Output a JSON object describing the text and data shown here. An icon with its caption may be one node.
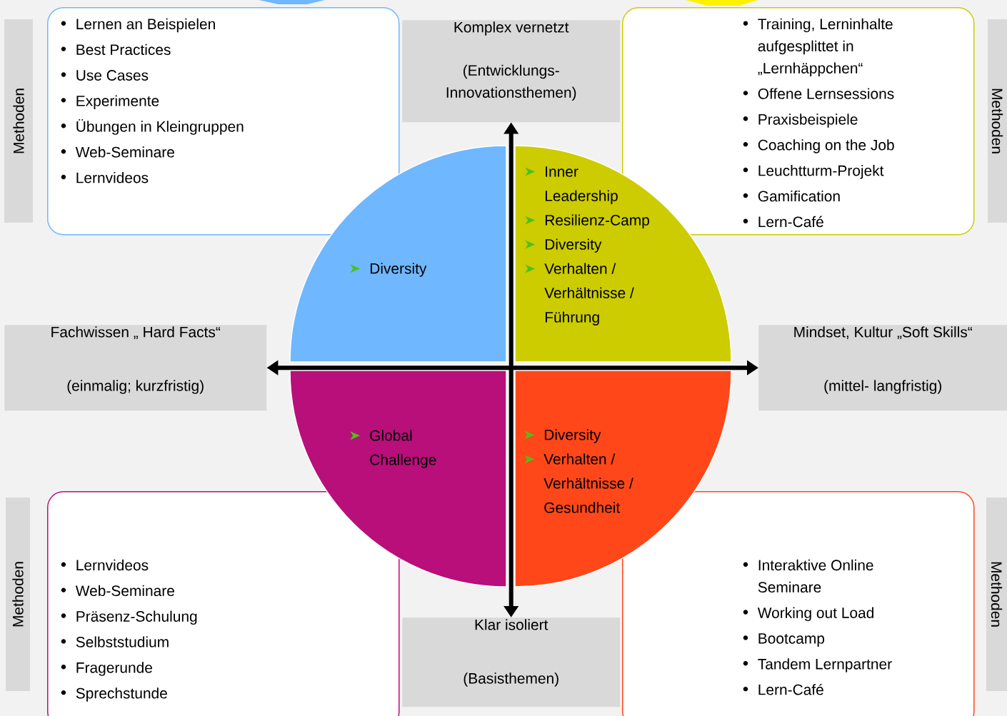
{
  "diagram": {
    "nodes": [
      {
        "text": [
          "Methoden"
        ]
      },
      {
        "text": [
          "Lernen an Beispielen",
          "Best Practices",
          "Use Cases",
          "Experimente",
          "Übungen in Kleingruppen",
          "Web-Seminare",
          "Lernvideos"
        ]
      },
      {
        "text": [
          "Komplex vernetzt",
          "(Entwicklungs- Innovationsthemen)"
        ]
      },
      {
        "text": [
          "Training, Lerninhalte aufgesplittet in „Lernhäppchen“",
          "Offene Lernsessions",
          "Praxisbeispiele",
          "Coaching on the Job",
          "Leuchtturm-Projekt",
          "Gamification",
          "Lern-Café"
        ]
      },
      {
        "text": [
          "Methoden"
        ]
      },
      {
        "text": [
          "Fachwissen „ Hard Facts“",
          "(einmalig; kurzfristig)"
        ]
      },
      {
        "text": [
          "Diversity"
        ]
      },
      {
        "text": [
          "Inner Leadership",
          "Resilienz-Camp",
          "Diversity",
          "Verhalten / Verhältnisse / Führung"
        ]
      },
      {
        "text": [
          "Mindset, Kultur „Soft Skills“",
          "(mittel- langfristig)"
        ]
      },
      {
        "text": [
          "Global Challenge"
        ]
      },
      {
        "text": [
          "Diversity",
          "Verhalten / Verhältnisse / Gesundheit"
        ]
      },
      {
        "text": [
          "Methoden"
        ]
      },
      {
        "text": [
          "Lernvideos",
          "Web-Seminare",
          "Präsenz-Schulung",
          "Selbststudium",
          "Fragerunde",
          "Sprechstunde"
        ]
      },
      {
        "text": [
          "Klar isoliert",
          "(Basisthemen)"
        ]
      },
      {
        "text": [
          "Interaktive Online Seminare",
          "Working out Load",
          "Bootcamp",
          "Tandem Lernpartner",
          "Lern-Café"
        ]
      },
      {
        "text": [
          "Methoden"
        ]
      }
    ],
    "edges": [
      {
        "from": 5,
        "to": 8,
        "arrow": "both"
      },
      {
        "from": 2,
        "to": 13,
        "arrow": "both"
      }
    ]
  }
}
